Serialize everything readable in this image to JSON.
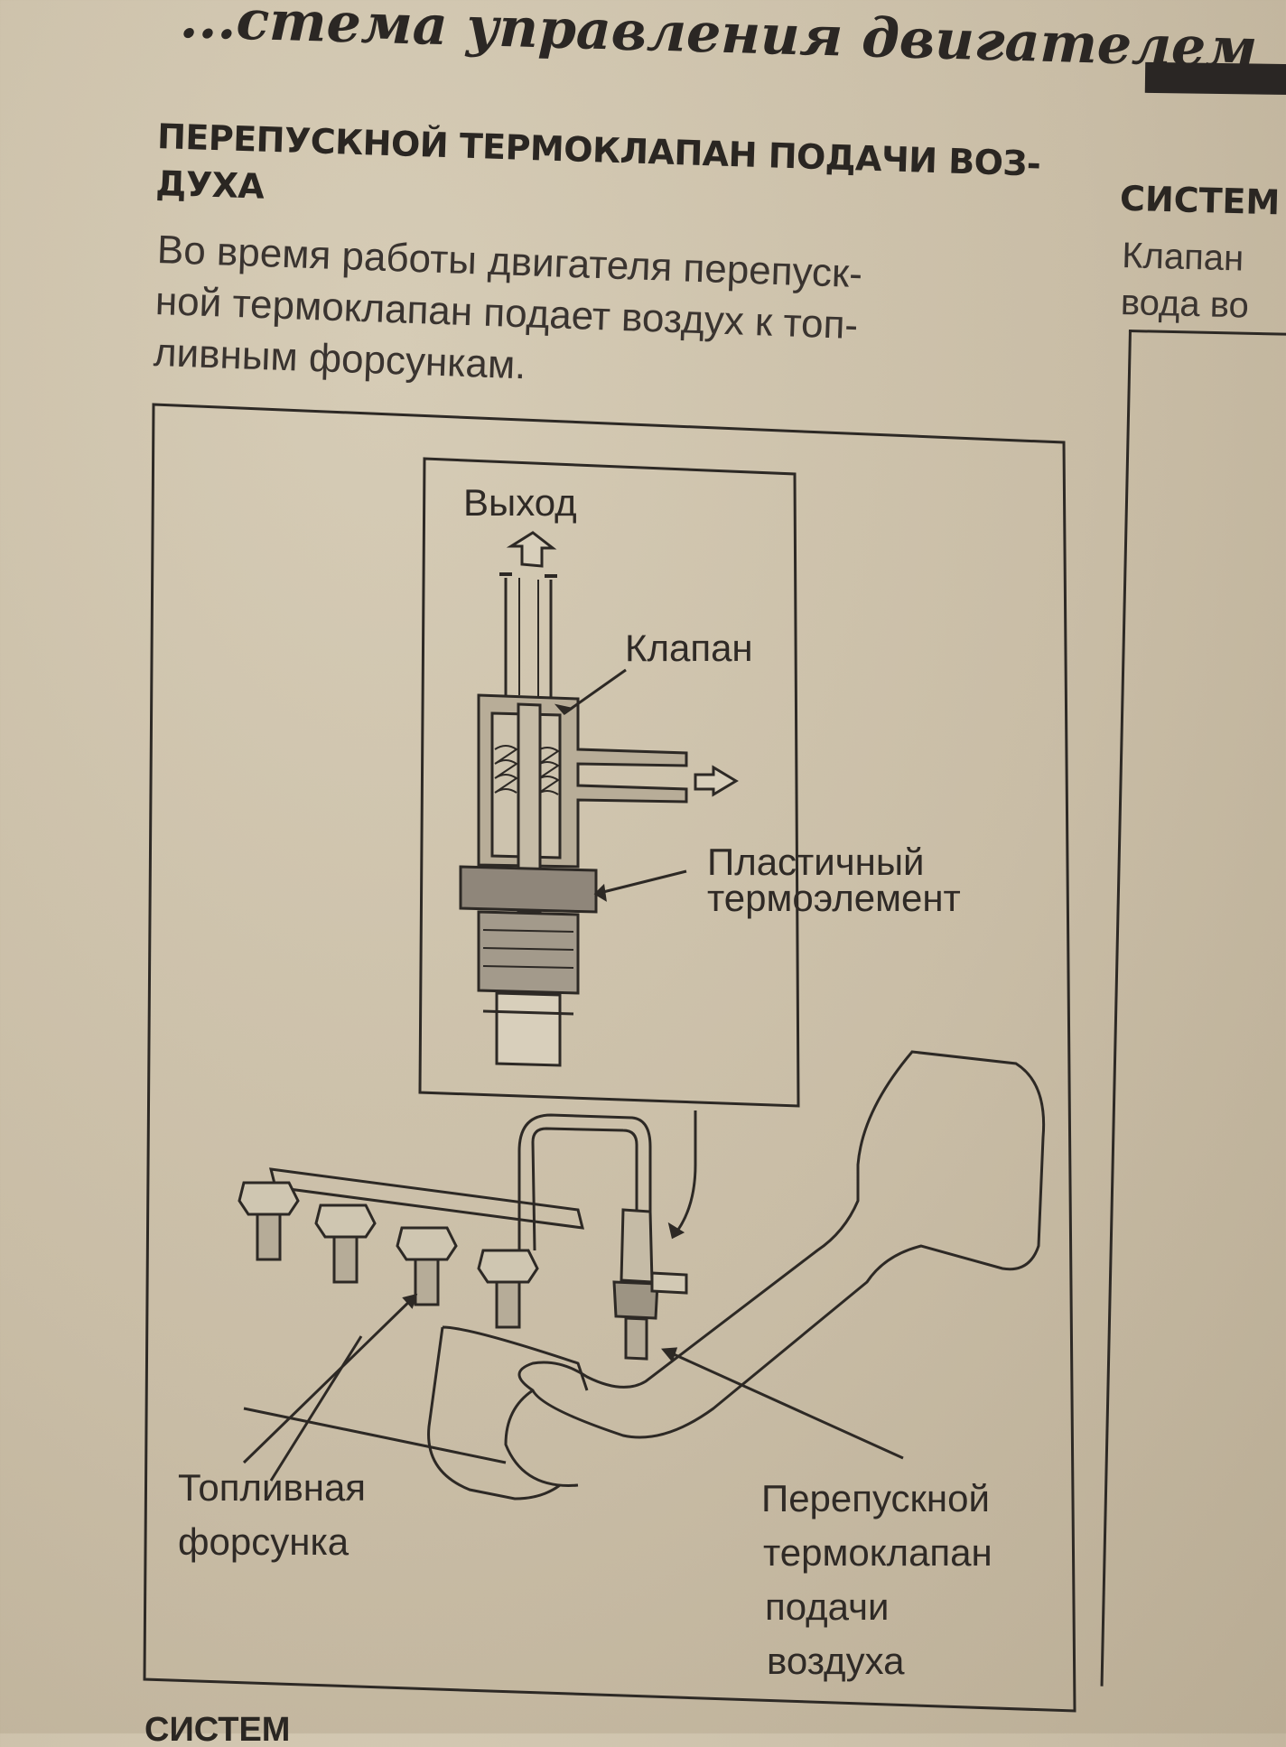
{
  "page": {
    "running_head": "...стема управления двигателем",
    "section_title_line1": "ПЕРЕПУСКНОЙ ТЕРМОКЛАПАН ПОДАЧИ ВОЗ-",
    "section_title_line2": "ДУХА",
    "body_lines": [
      "Во время работы двигателя перепуск-",
      "ной термоклапан подает воздух к топ-",
      "ливным форсункам."
    ],
    "side_column": {
      "title": "СИСТЕМ",
      "lines": [
        "Клапан",
        "вода во"
      ]
    },
    "bottom_heading": "СИСТЕМ"
  },
  "figure": {
    "labels": {
      "output": "Выход",
      "valve": "Клапан",
      "thermo_element_line1": "Пластичный",
      "thermo_element_line2": "термоэлемент",
      "injector_line1": "Топливная",
      "injector_line2": "форсунка",
      "bypass_line1": "Перепускной",
      "bypass_line2": "термоклапан",
      "bypass_line3": "подачи",
      "bypass_line4": "воздуха"
    }
  }
}
